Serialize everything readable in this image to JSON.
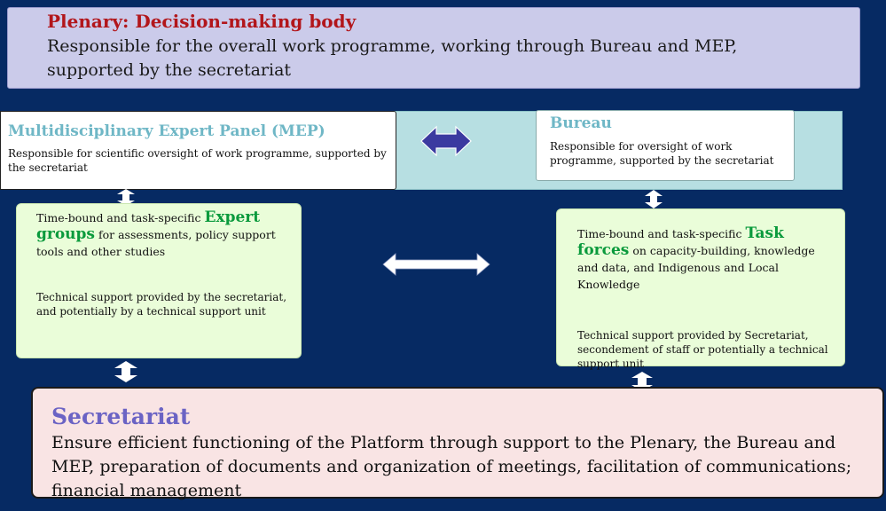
{
  "plenary": {
    "title": "Plenary: Decision-making body",
    "description_line1": "Responsible for the overall work programme, working through Bureau and MEP,",
    "description_line2": "supported by the secretariat"
  },
  "mep": {
    "title": "Multidisciplinary Expert Panel (MEP)",
    "description": "Responsible for scientific oversight of work programme, supported by the secretariat"
  },
  "bureau": {
    "title": "Bureau",
    "description": "Responsible for oversight of work programme, supported by the secretariat"
  },
  "expert_groups": {
    "lead": "Time-bound and task-specific ",
    "highlight": "Expert groups",
    "rest": " for assessments, policy support tools and other studies",
    "note": "Technical support provided by the secretariat, and potentially by a technical support unit"
  },
  "task_forces": {
    "lead": "Time-bound and task-specific ",
    "highlight": "Task forces",
    "rest": " on capacity-building, knowledge and data, and Indigenous and Local Knowledge",
    "note": "Technical support provided by Secretariat, secondement of staff or potentially a technical support unit"
  },
  "secretariat": {
    "title": "Secretariat",
    "description": "Ensure efficient functioning of the Platform through support to the Plenary, the Bureau and MEP, preparation of documents and organization of meetings, facilitation of communications; financial management"
  },
  "colors": {
    "background": "#062a63",
    "plenary_title": "#b2161b",
    "panel_title": "#6fb7c6",
    "group_highlight": "#0a9a3c",
    "secretariat_title": "#6b63c4",
    "mep_bureau_arrow": "#3b3aa0"
  }
}
